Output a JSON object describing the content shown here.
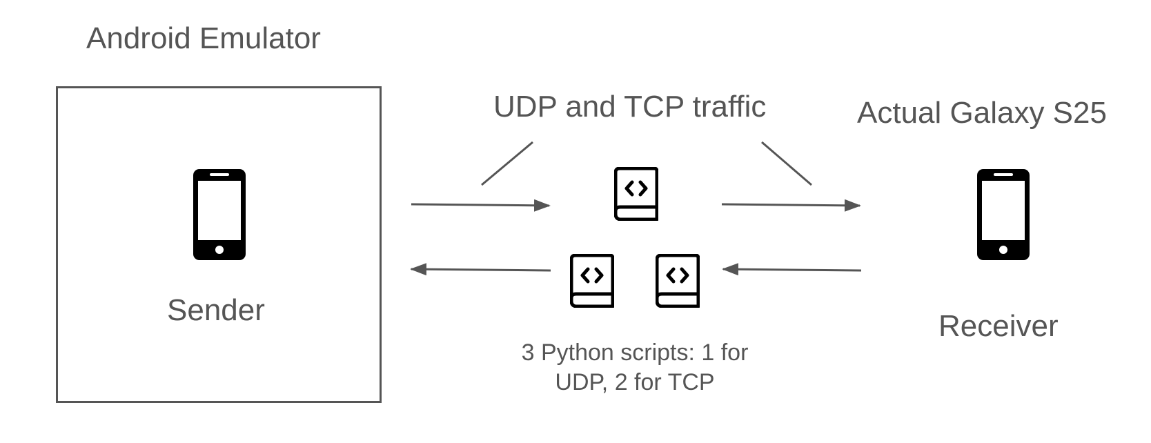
{
  "emulator": {
    "title": "Android Emulator",
    "device_label": "Sender",
    "device_icon": "smartphone-icon"
  },
  "receiver": {
    "title": "Actual Galaxy S25",
    "device_label": "Receiver",
    "device_icon": "smartphone-icon"
  },
  "traffic": {
    "title": "UDP and TCP traffic",
    "caption_line1": "3 Python scripts: 1 for",
    "caption_line2": "UDP, 2 for TCP",
    "script_icon": "code-book-icon"
  },
  "colors": {
    "stroke": "#555555",
    "icon": "#000000",
    "background": "#ffffff"
  }
}
